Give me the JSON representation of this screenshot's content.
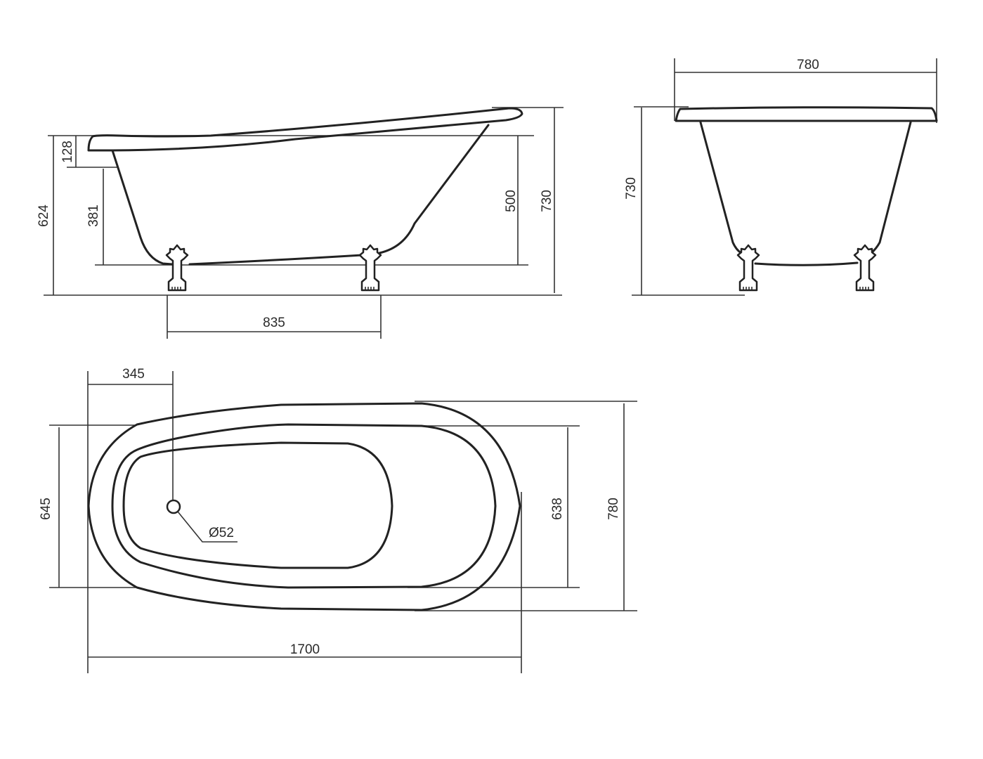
{
  "drawing": {
    "subject": "Clawfoot slipper bathtub technical drawing",
    "colors": {
      "background": "#ffffff",
      "line": "#222222",
      "text": "#2a2a2a"
    }
  },
  "side_view": {
    "dims": {
      "rim_thickness": "128",
      "inner_depth_left": "381",
      "total_left_height": "624",
      "inner_depth_right": "500",
      "total_height": "730",
      "feet_spacing": "835"
    }
  },
  "end_view": {
    "dims": {
      "width": "780",
      "height": "730"
    }
  },
  "top_view": {
    "dims": {
      "drain_offset": "345",
      "drain_diameter": "Ø52",
      "left_width": "645",
      "inner_width": "638",
      "outer_width": "780",
      "length": "1700"
    }
  }
}
